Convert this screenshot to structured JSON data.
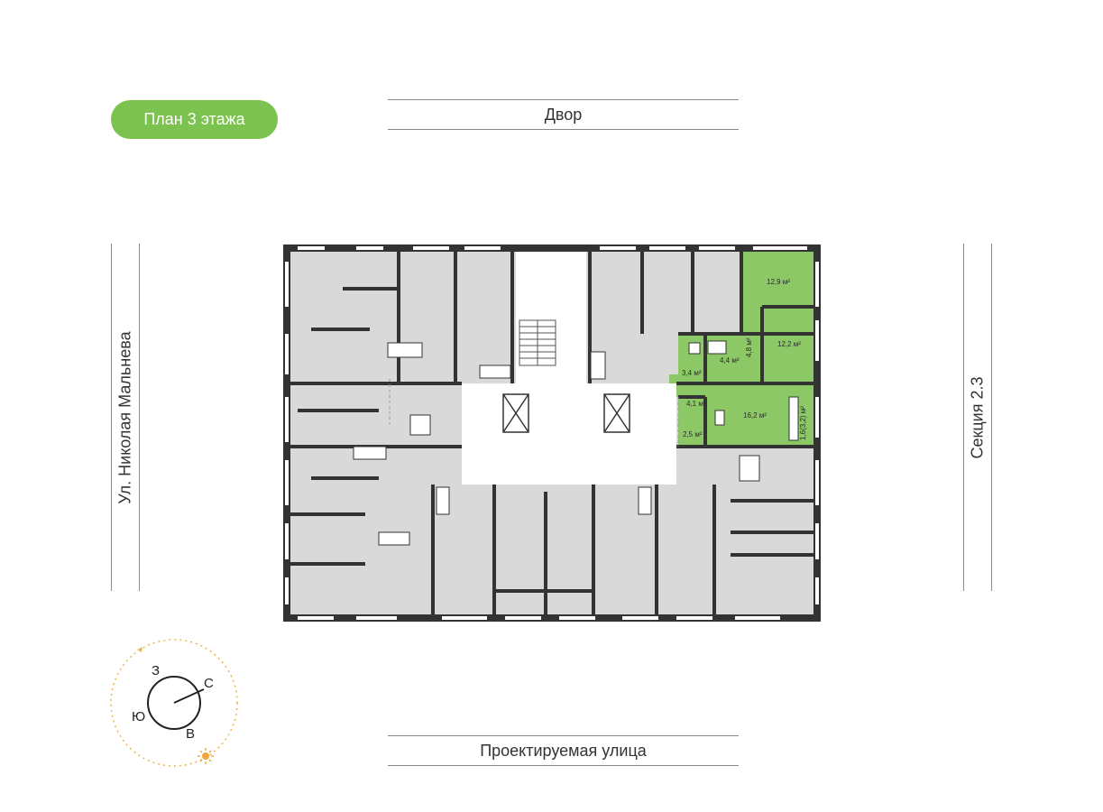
{
  "floor_badge": "План 3 этажа",
  "streets": {
    "top": "Двор",
    "bottom": "Проектируемая улица",
    "left": "Ул. Николая Мальнева",
    "right": "Секция 2.3"
  },
  "compass": {
    "north": "С",
    "south": "Ю",
    "east": "В",
    "west": "З"
  },
  "highlight_apartment": {
    "color": "#8cc866",
    "rooms": {
      "room_a": "12,9 м²",
      "room_b": "12,2 м²",
      "corridor": "4,8 м²",
      "bath_a": "4,4 м²",
      "bath_b": "3,4 м²",
      "hall": "4,1 м²",
      "kitchen": "16,2 м²",
      "storage": "2,5 м²",
      "balcony": "1,6(3,2) м²"
    }
  }
}
